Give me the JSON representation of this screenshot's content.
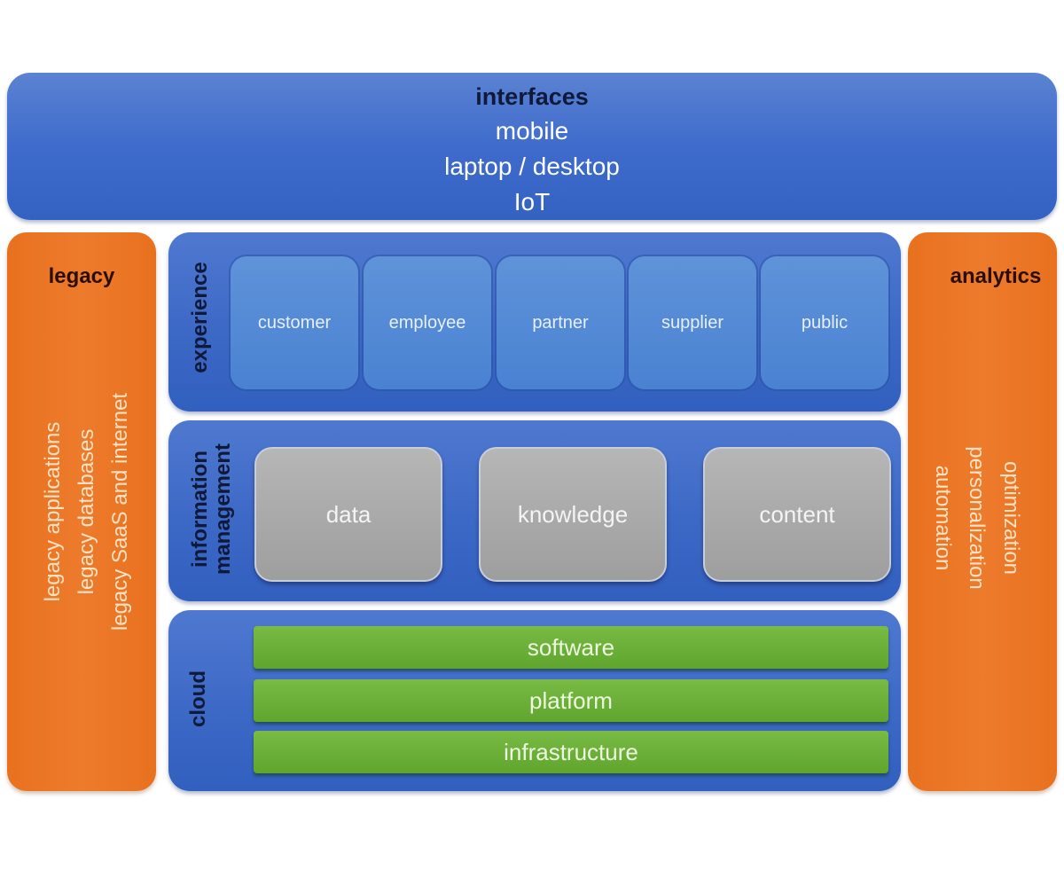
{
  "interfaces": {
    "title": "interfaces",
    "items": [
      "mobile",
      "laptop / desktop",
      "IoT"
    ]
  },
  "legacy": {
    "title": "legacy",
    "items": [
      "legacy applications",
      "legacy databases",
      "legacy SaaS and internet"
    ]
  },
  "analytics": {
    "title": "analytics",
    "items": [
      "optimization",
      "personalization",
      "automation"
    ]
  },
  "experience": {
    "label": "experience",
    "items": [
      "customer",
      "employee",
      "partner",
      "supplier",
      "public"
    ]
  },
  "information_management": {
    "label_line1": "information",
    "label_line2": "management",
    "items": [
      "data",
      "knowledge",
      "content"
    ]
  },
  "cloud": {
    "label": "cloud",
    "items": [
      "software",
      "platform",
      "infrastructure"
    ]
  },
  "colors": {
    "blue": "#3f6ccc",
    "orange": "#ed7b2c",
    "green": "#6aae36",
    "gray": "#a8a8a8"
  }
}
